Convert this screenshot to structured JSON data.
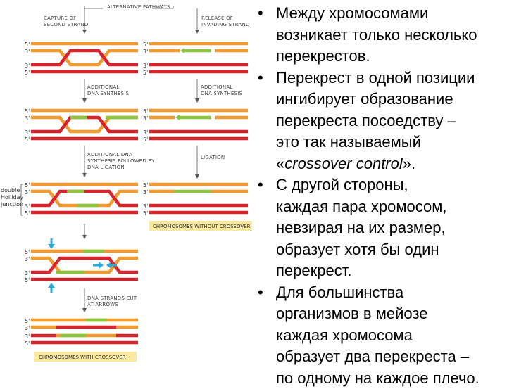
{
  "figure": {
    "header": "ALTERNATIVE PATHWAYS",
    "left_top_label": [
      "CAPTURE OF",
      "SECOND STRAND"
    ],
    "right_top_label": [
      "RELEASE OF",
      "INVADING STRAND"
    ],
    "left_step2_label": [
      "ADDITIONAL",
      "DNA SYNTHESIS"
    ],
    "right_step2_label": [
      "ADDITIONAL",
      "DNA SYNTHESIS"
    ],
    "left_step3_label": [
      "ADDITIONAL DNA",
      "SYNTHESIS FOLLOWED BY",
      "DNA LIGATION"
    ],
    "right_step3_label": [
      "LIGATION"
    ],
    "left_step4_label": [
      "DNA STRANDS CUT",
      "AT ARROWS"
    ],
    "holliday_label": [
      "double",
      "Holliday",
      "junction"
    ],
    "caption_without": "CHROMOSOMES WITHOUT CROSSOVER",
    "caption_with": "CHROMOSOMES WITH CROSSOVER",
    "end_5": "5'",
    "end_3": "3'"
  },
  "colors": {
    "orange": "#f29a2e",
    "red": "#d9232a",
    "green": "#8cc63f",
    "cyan": "#29a8d8",
    "caption_bg": "#fbe9a0"
  },
  "bullets": [
    {
      "marker": "•",
      "lines": [
        "Между хромосомами",
        "возникает только несколько",
        "перекрестов."
      ]
    },
    {
      "marker": "•",
      "lines": [
        "Перекрест в одной позиции",
        "ингибирует образование",
        "перекреста посоедству –",
        "это так называемый"
      ],
      "last": {
        "prefix": "«",
        "italic": "crossover control",
        "suffix": "»."
      }
    },
    {
      "marker": "•",
      "lines": [
        "С другой стороны,",
        "каждая пара хромосом,",
        "невзирая на их размер,",
        "образует хотя бы один",
        "перекрест."
      ]
    },
    {
      "marker": "•",
      "lines": [
        "Для большинства",
        "организмов в мейозе",
        "каждая хромосома",
        "образует два перекреста –",
        "по одному на каждое плечо."
      ]
    }
  ]
}
